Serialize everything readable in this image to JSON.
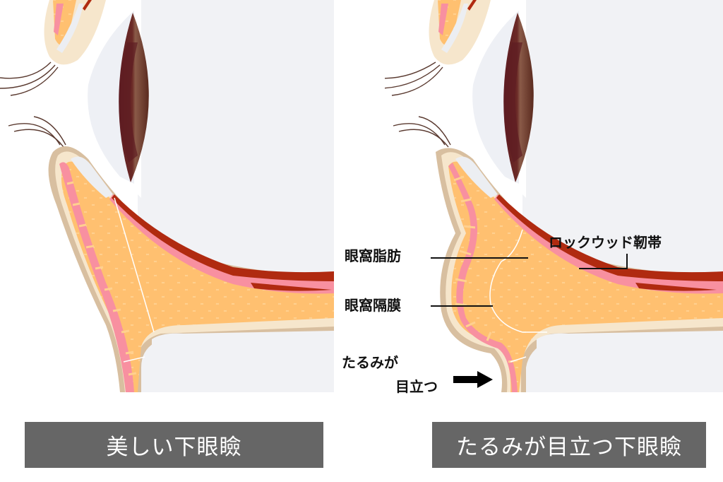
{
  "colors": {
    "background": "#ffffff",
    "eyeball": "#f1f2f5",
    "iris_dark": "#5a2a1e",
    "iris_mid": "#8a5a48",
    "pupil": "#5e1c22",
    "skin_outline": "#d8bfa0",
    "skin_fill": "#f6e6cc",
    "fat": "#ffc57f",
    "fat_cell": "#fdb870",
    "muscle_pink": "#f890a0",
    "conjunctiva_red": "#b02a10",
    "tarsus_white": "#eceef2",
    "caption_bg": "#666666",
    "caption_text": "#ffffff",
    "label_text": "#111111"
  },
  "panels": {
    "left": {
      "caption": "美しい下眼瞼"
    },
    "right": {
      "caption": "たるみが目立つ下眼瞼",
      "labels": {
        "orbital_fat": "眼窩脂肪",
        "orbital_septum": "眼窩隔膜",
        "lockwood_ligament": "ロックウッド靭帯",
        "sagging_line1": "たるみが",
        "sagging_line2": "目立つ"
      },
      "arrow_icon": "right-arrow-icon"
    }
  }
}
